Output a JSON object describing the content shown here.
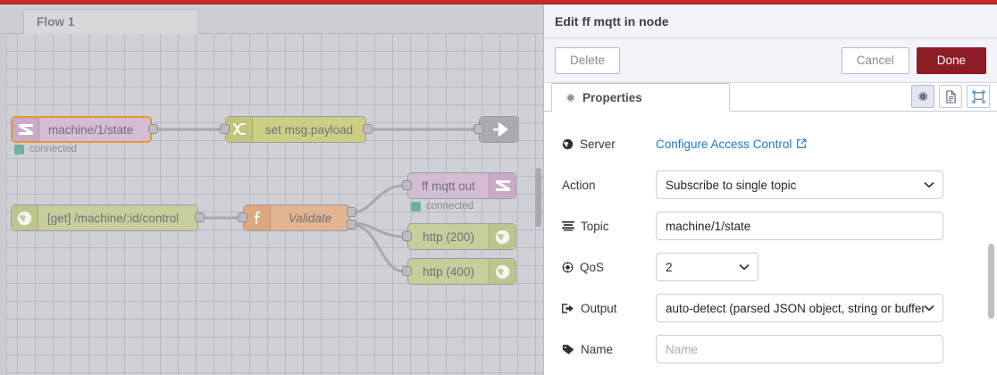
{
  "workspace": {
    "tab_label": "Flow 1",
    "nodes": [
      {
        "id": "mqtt-in",
        "label": "machine/1/state",
        "type": "mqtt-in",
        "selected": true,
        "status": "connected",
        "icon": "mqtt-icon"
      },
      {
        "id": "change",
        "label": "set msg.payload",
        "type": "change",
        "selected": false,
        "status": "",
        "icon": "change-icon"
      },
      {
        "id": "debug",
        "label": "",
        "type": "debug",
        "selected": false,
        "status": "",
        "icon": "debug-icon"
      },
      {
        "id": "http-in",
        "label": "[get] /machine/:id/control",
        "type": "http-in",
        "selected": false,
        "status": "",
        "icon": "globe-icon"
      },
      {
        "id": "function",
        "label": "Validate",
        "type": "function",
        "selected": false,
        "status": "",
        "icon": "function-icon"
      },
      {
        "id": "mqtt-out",
        "label": "ff mqtt out",
        "type": "mqtt-out",
        "selected": false,
        "status": "connected",
        "icon": "mqtt-icon"
      },
      {
        "id": "http-200",
        "label": "http (200)",
        "type": "http-resp",
        "selected": false,
        "status": "",
        "icon": "globe-icon"
      },
      {
        "id": "http-400",
        "label": "http (400)",
        "type": "http-resp",
        "selected": false,
        "status": "",
        "icon": "globe-icon"
      }
    ]
  },
  "panel": {
    "title": "Edit ff mqtt in node",
    "delete_label": "Delete",
    "cancel_label": "Cancel",
    "done_label": "Done",
    "accent_done": "#8e1c24",
    "tab_label": "Properties",
    "icon_buttons": [
      {
        "name": "gear-icon",
        "active": true
      },
      {
        "name": "description-icon",
        "active": false
      },
      {
        "name": "appearance-icon",
        "active": false
      }
    ],
    "fields": {
      "server": {
        "label": "Server",
        "icon": "globe-icon",
        "link_text": "Configure Access Control",
        "link_icon": "external-link-icon"
      },
      "action": {
        "label": "Action",
        "icon": "",
        "value": "Subscribe to single topic"
      },
      "topic": {
        "label": "Topic",
        "icon": "topic-icon",
        "value": "machine/1/state"
      },
      "qos": {
        "label": "QoS",
        "icon": "qos-icon",
        "value": "2"
      },
      "output": {
        "label": "Output",
        "icon": "output-icon",
        "value": "auto-detect (parsed JSON object, string or buffer)"
      },
      "name": {
        "label": "Name",
        "icon": "tag-icon",
        "value": "",
        "placeholder": "Name"
      }
    }
  }
}
